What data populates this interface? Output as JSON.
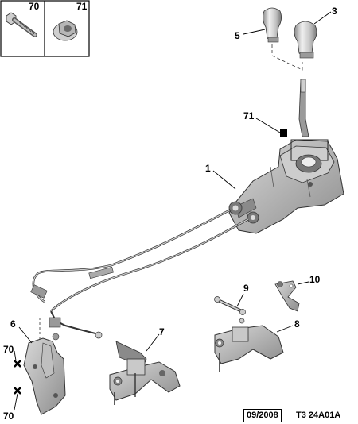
{
  "labels": {
    "inset_screw": "70",
    "inset_nut": "71",
    "knob_a": "5",
    "knob_b": "3",
    "clip": "71",
    "gear_lever_housing": "1",
    "bracket": "6",
    "screw_upper": "70",
    "screw_lower": "70",
    "linkage_left": "7",
    "linkage_right": "8",
    "rod": "9",
    "clamp": "10"
  },
  "footer": {
    "date": "09/2008",
    "code": "T3 24A01A"
  },
  "colors": {
    "part_fill": "#dadada",
    "part_shade": "#a9a9a9",
    "part_dark": "#6a6a6a",
    "outline": "#222222"
  }
}
